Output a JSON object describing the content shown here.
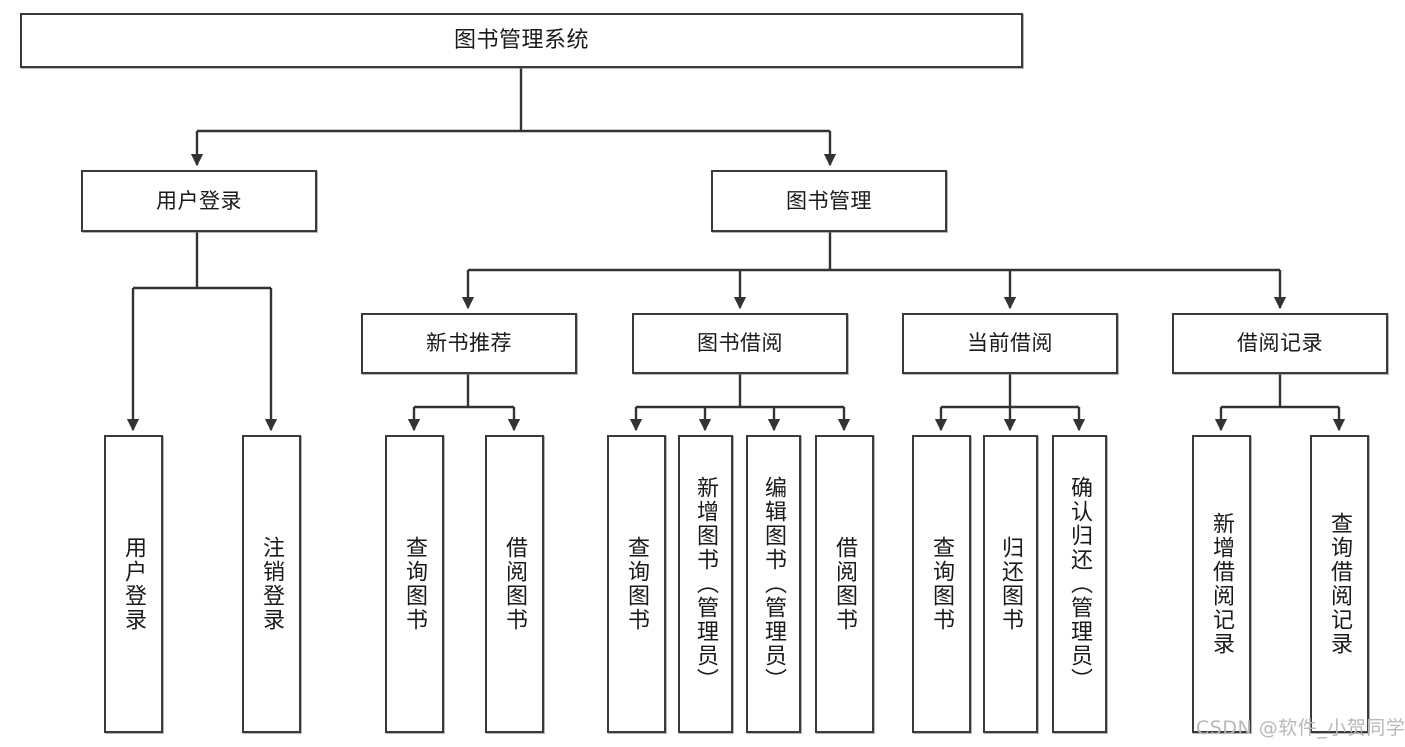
{
  "diagram": {
    "type": "tree",
    "title": "图书管理系统",
    "watermark": "CSDN @软件_小贺同学",
    "colors": {
      "box_border": "#3a3a3a",
      "box_fill": "#ffffff",
      "edge": "#333333",
      "text": "#1a1a1a",
      "watermark": "#b8b8b8",
      "background": "#ffffff"
    },
    "nodes": {
      "root": {
        "label": "图书管理系统"
      },
      "level2": [
        {
          "id": "user-login",
          "label": "用户登录"
        },
        {
          "id": "book-manage",
          "label": "图书管理"
        }
      ],
      "level3": [
        {
          "id": "new-book-recommend",
          "label": "新书推荐"
        },
        {
          "id": "book-borrow",
          "label": "图书借阅"
        },
        {
          "id": "current-borrow",
          "label": "当前借阅"
        },
        {
          "id": "borrow-record",
          "label": "借阅记录"
        }
      ],
      "leaves": {
        "user_login": [
          {
            "id": "leaf-user-login",
            "label": "用户登录"
          },
          {
            "id": "leaf-logout-login",
            "label": "注销登录"
          }
        ],
        "new_book_recommend": [
          {
            "id": "leaf-query-book-1",
            "label": "查询图书"
          },
          {
            "id": "leaf-borrow-book-1",
            "label": "借阅图书"
          }
        ],
        "book_borrow": [
          {
            "id": "leaf-query-book-2",
            "label": "查询图书"
          },
          {
            "id": "leaf-add-book",
            "label": "新增图书（管理员）"
          },
          {
            "id": "leaf-edit-book",
            "label": "编辑图书（管理员）"
          },
          {
            "id": "leaf-borrow-book-2",
            "label": "借阅图书"
          }
        ],
        "current_borrow": [
          {
            "id": "leaf-query-book-3",
            "label": "查询图书"
          },
          {
            "id": "leaf-return-book",
            "label": "归还图书"
          },
          {
            "id": "leaf-confirm-return",
            "label": "确认归还（管理员）"
          }
        ],
        "borrow_record": [
          {
            "id": "leaf-add-borrow-record",
            "label": "新增借阅记录"
          },
          {
            "id": "leaf-query-borrow-record",
            "label": "查询借阅记录"
          }
        ]
      }
    }
  }
}
